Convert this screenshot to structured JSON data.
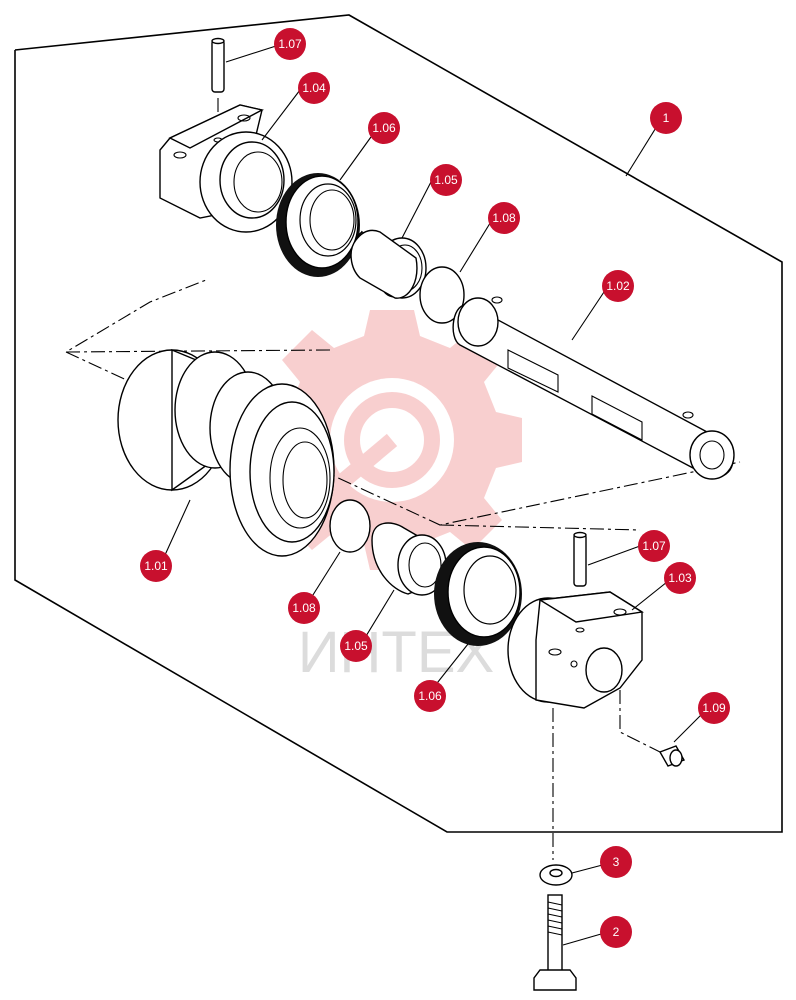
{
  "watermark": {
    "text": "ИНТЕХ",
    "color": "#f5c8c8",
    "icon": "gear-wrench-logo-icon"
  },
  "callouts": [
    {
      "id": "c-1-07-top",
      "label": "1.07"
    },
    {
      "id": "c-1-04",
      "label": "1.04"
    },
    {
      "id": "c-1-06-top",
      "label": "1.06"
    },
    {
      "id": "c-1-05-top",
      "label": "1.05"
    },
    {
      "id": "c-1-08-top",
      "label": "1.08"
    },
    {
      "id": "c-1",
      "label": "1"
    },
    {
      "id": "c-1-02",
      "label": "1.02"
    },
    {
      "id": "c-1-01",
      "label": "1.01"
    },
    {
      "id": "c-1-08-bot",
      "label": "1.08"
    },
    {
      "id": "c-1-05-bot",
      "label": "1.05"
    },
    {
      "id": "c-1-06-bot",
      "label": "1.06"
    },
    {
      "id": "c-1-07-bot",
      "label": "1.07"
    },
    {
      "id": "c-1-03",
      "label": "1.03"
    },
    {
      "id": "c-1-09",
      "label": "1.09"
    },
    {
      "id": "c-3",
      "label": "3"
    },
    {
      "id": "c-2",
      "label": "2"
    }
  ],
  "colors": {
    "callout": "#c8102e",
    "line": "#000000"
  }
}
